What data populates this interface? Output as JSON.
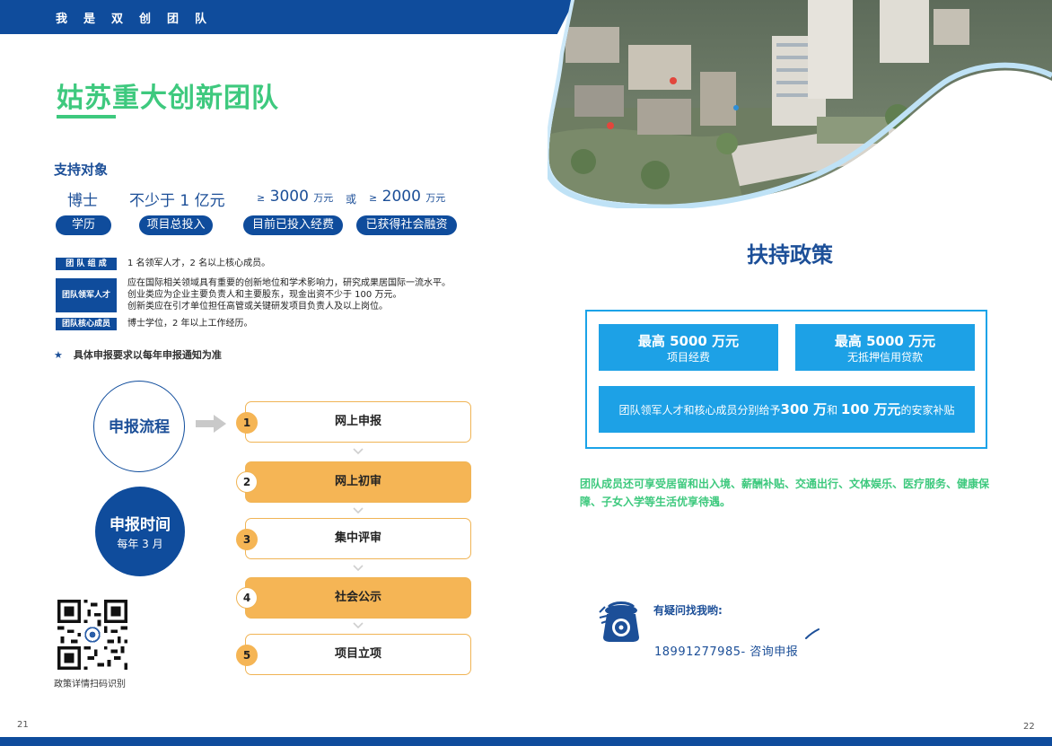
{
  "header": {
    "title": "我是双创团队"
  },
  "left": {
    "title": "姑苏重大创新团队",
    "support": {
      "title": "支持对象",
      "stats": {
        "degree": "博士",
        "investment": "不少于 1 亿元",
        "funds_prefix": "≥",
        "funds_num": "3000",
        "funds_unit": "万元",
        "or": "或",
        "financing_prefix": "≥",
        "financing_num": "2000",
        "financing_unit": "万元"
      },
      "pills": [
        "学历",
        "项目总投入",
        "目前已投入经费",
        "已获得社会融资"
      ]
    },
    "composition": [
      {
        "tag": "团 队 组 成",
        "lines": [
          "1 名领军人才，2 名以上核心成员。"
        ]
      },
      {
        "tag": "团队领军人才",
        "lines": [
          "应在国际相关领域具有重要的创新地位和学术影响力，研究成果居国际一流水平。",
          "创业类应为企业主要负责人和主要股东，现金出资不少于 100 万元。",
          "创新类应在引才单位担任高管或关键研发项目负责人及以上岗位。"
        ]
      },
      {
        "tag": "团队核心成员",
        "lines": [
          "博士学位，2 年以上工作经历。"
        ]
      }
    ],
    "note_star": "★",
    "note": "具体申报要求以每年申报通知为准",
    "process": {
      "label": "申报流程",
      "time_title": "申报时间",
      "time_value": "每年 3 月",
      "steps": [
        {
          "num": "1",
          "label": "网上申报"
        },
        {
          "num": "2",
          "label": "网上初审"
        },
        {
          "num": "3",
          "label": "集中评审"
        },
        {
          "num": "4",
          "label": "社会公示"
        },
        {
          "num": "5",
          "label": "项目立项"
        }
      ]
    },
    "qr_caption": "政策详情扫码识别",
    "page_number": "21"
  },
  "right": {
    "policy_title": "扶持政策",
    "box1": {
      "main": "最高 5000 万元",
      "sub": "项目经费"
    },
    "box2": {
      "main": "最高 5000 万元",
      "sub": "无抵押信用贷款"
    },
    "box3": {
      "pre": "团队领军人才和核心成员分别给予",
      "a": "300 万",
      "mid": "和",
      "b": "100 万元",
      "post": "的安家补贴"
    },
    "benefits": "团队成员还可享受居留和出入境、薪酬补贴、交通出行、文体娱乐、医疗服务、健康保障、子女入学等生活优享待遇。",
    "contact": {
      "question": "有疑问找我哟:",
      "number": "18991277985- 咨询申报"
    },
    "page_number": "22"
  },
  "colors": {
    "navy": "#0f4c9c",
    "green": "#3ec97e",
    "orange": "#f5b555",
    "sky": "#1da1e6"
  }
}
